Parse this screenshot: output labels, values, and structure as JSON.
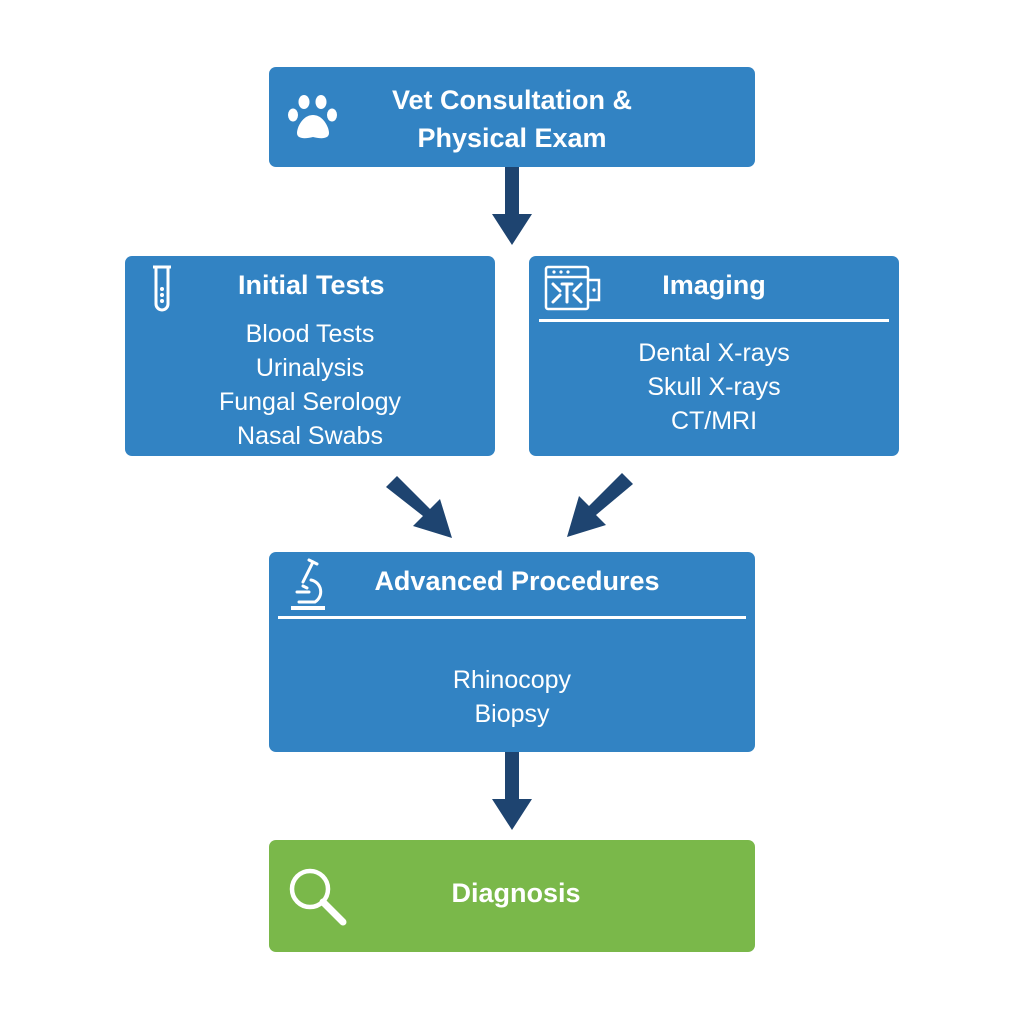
{
  "colors": {
    "box_blue": "#3283c3",
    "box_green": "#7ab84a",
    "arrow": "#1e4470",
    "text": "#ffffff"
  },
  "nodes": {
    "consultation": {
      "title_line1": "Vet Consultation &",
      "title_line2": "Physical Exam",
      "icon": "paw-icon"
    },
    "initial_tests": {
      "title": "Initial Tests",
      "icon": "test-tube-icon",
      "items": [
        "Blood Tests",
        "Urinalysis",
        "Fungal Serology",
        "Nasal Swabs"
      ]
    },
    "imaging": {
      "title": "Imaging",
      "icon": "xray-machine-icon",
      "items": [
        "Dental X-rays",
        "Skull X-rays",
        "CT/MRI"
      ]
    },
    "advanced": {
      "title": "Advanced Procedures",
      "icon": "microscope-icon",
      "items": [
        "Rhinocopy",
        "Biopsy"
      ]
    },
    "diagnosis": {
      "title": "Diagnosis",
      "icon": "magnifier-icon"
    }
  },
  "edges": [
    {
      "from": "consultation",
      "to": "initial_tests+imaging"
    },
    {
      "from": "initial_tests",
      "to": "advanced"
    },
    {
      "from": "imaging",
      "to": "advanced"
    },
    {
      "from": "advanced",
      "to": "diagnosis"
    }
  ]
}
